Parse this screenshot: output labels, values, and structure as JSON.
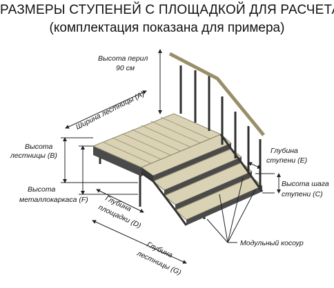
{
  "title": {
    "line1": "РАЗМЕРЫ СТУПЕНЕЙ С ПЛОЩАДКОЙ ДЛЯ РАСЧЕТА",
    "line2": "(комплектация показана для примера)"
  },
  "labels": {
    "handrail_height_1": "Высота перил",
    "handrail_height_2": "90 см",
    "stair_width": "Ширина лестницы (A)",
    "stair_height_1": "Высота",
    "stair_height_2": "лестницы (B)",
    "frame_height_1": "Высота",
    "frame_height_2": "металлокаркаса (F)",
    "platform_depth_1": "Глубина",
    "platform_depth_2": "площадки (D)",
    "stair_depth_1": "Глубина",
    "stair_depth_2": "лестницы (G)",
    "step_depth_1": "Глубина",
    "step_depth_2": "ступени (E)",
    "step_height_1": "Высота шага",
    "step_height_2": "ступени (C)",
    "stringer": "Модульный косоур"
  },
  "colors": {
    "wood": "#d9d2b4",
    "wood_edge": "#b9b08e",
    "metal": "#3a3a3a",
    "line": "#222222"
  }
}
